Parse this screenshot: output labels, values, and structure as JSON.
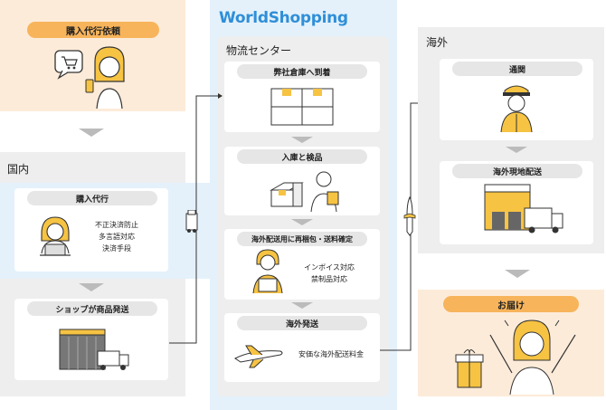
{
  "logo": {
    "text": "WorldShopping"
  },
  "left": {
    "request_label": "購入代行依頼",
    "domestic_label": "国内",
    "proxy_label": "購入代行",
    "proxy_lines": [
      "不正決済防止",
      "多言語対応",
      "決済手段"
    ],
    "shop_label": "ショップが商品発送"
  },
  "center": {
    "section_label": "物流センター",
    "step1": "弊社倉庫へ到着",
    "step2": "入庫と検品",
    "step3": "海外配送用に再梱包・送料確定",
    "step3_lines": [
      "インボイス対応",
      "禁制品対応"
    ],
    "step4": "海外発送",
    "step4_text": "安価な海外配送料金"
  },
  "right": {
    "section_label": "海外",
    "customs_label": "通関",
    "local_label": "海外現地配送",
    "delivered_label": "お届け"
  },
  "colors": {
    "accent_orange": "#f7b45b",
    "yellow": "#f6c343",
    "blue": "#2f8fd8",
    "grey_bg": "#eeeeee",
    "peach_bg": "#fdebd9"
  }
}
